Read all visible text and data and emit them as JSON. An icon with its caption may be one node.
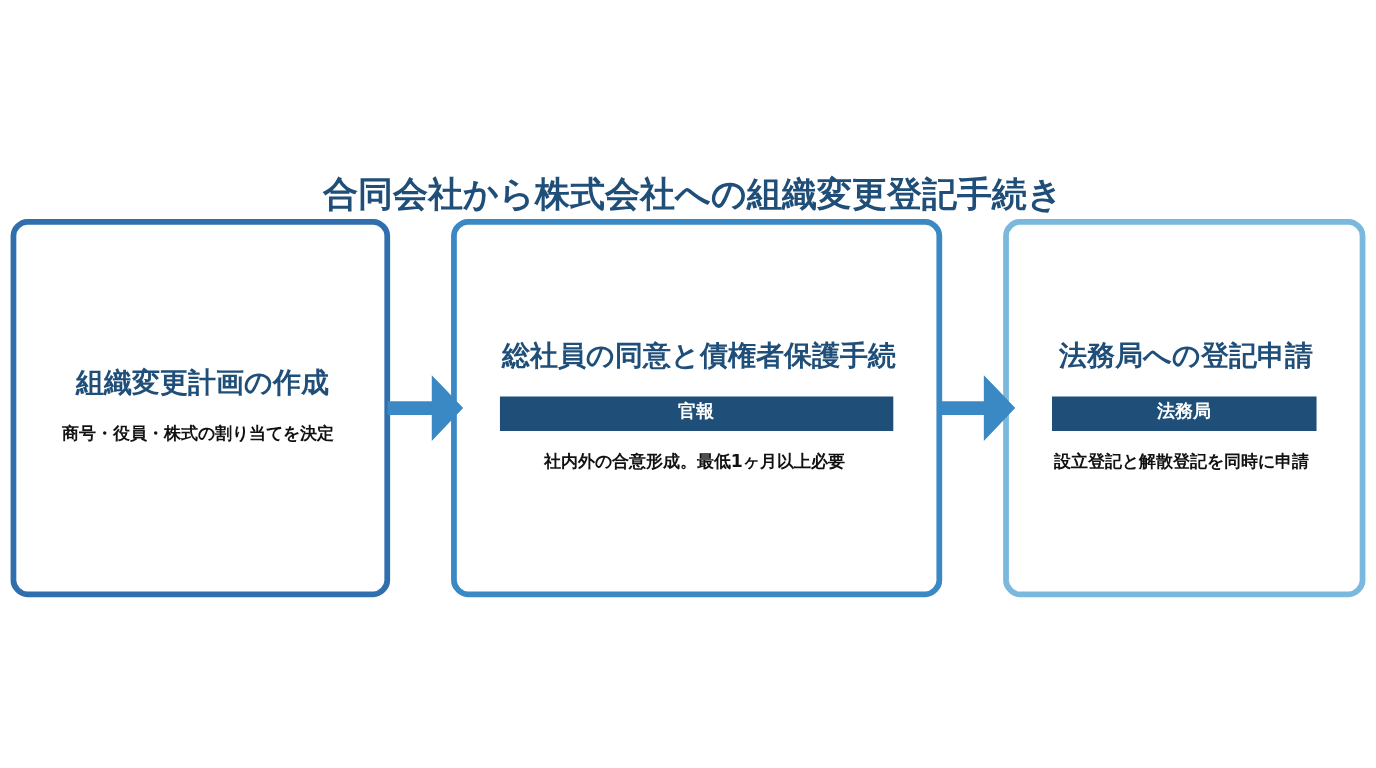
{
  "diagram": {
    "title": "合同会社から株式会社への組織変更登記手続き",
    "nodes": [
      {
        "text": [
          "組織変更計画の作成",
          "商号・役員・株式の割り当てを決定"
        ]
      },
      {
        "text": [
          "総社員の同意と債権者保護手続",
          "官報",
          "社内外の合意形成。最低1ヶ月以上必要"
        ]
      },
      {
        "text": [
          "法務局への登記申請",
          "法務局",
          "設立登記と解散登記を同時に申請"
        ]
      }
    ],
    "edges": [
      {
        "from": 0,
        "to": 1,
        "arrow": "to"
      },
      {
        "from": 1,
        "to": 2,
        "arrow": "to"
      }
    ]
  }
}
